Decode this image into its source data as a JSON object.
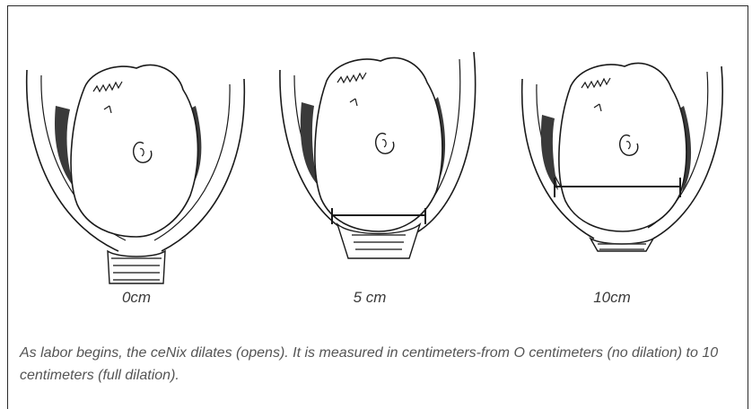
{
  "panels": [
    {
      "label": "0cm",
      "dilation_cm": 0
    },
    {
      "label": "5 cm",
      "dilation_cm": 5
    },
    {
      "label": "10cm",
      "dilation_cm": 10
    }
  ],
  "caption": "As labor begins, the ceNix dilates (opens). It is measured in centimeters-from O centimeters (no dilation) to 10 centimeters (full dilation).",
  "colors": {
    "line": "#1a1a1a",
    "shade": "#3a3a3a",
    "text": "#555555",
    "border": "#2a2a2a"
  }
}
